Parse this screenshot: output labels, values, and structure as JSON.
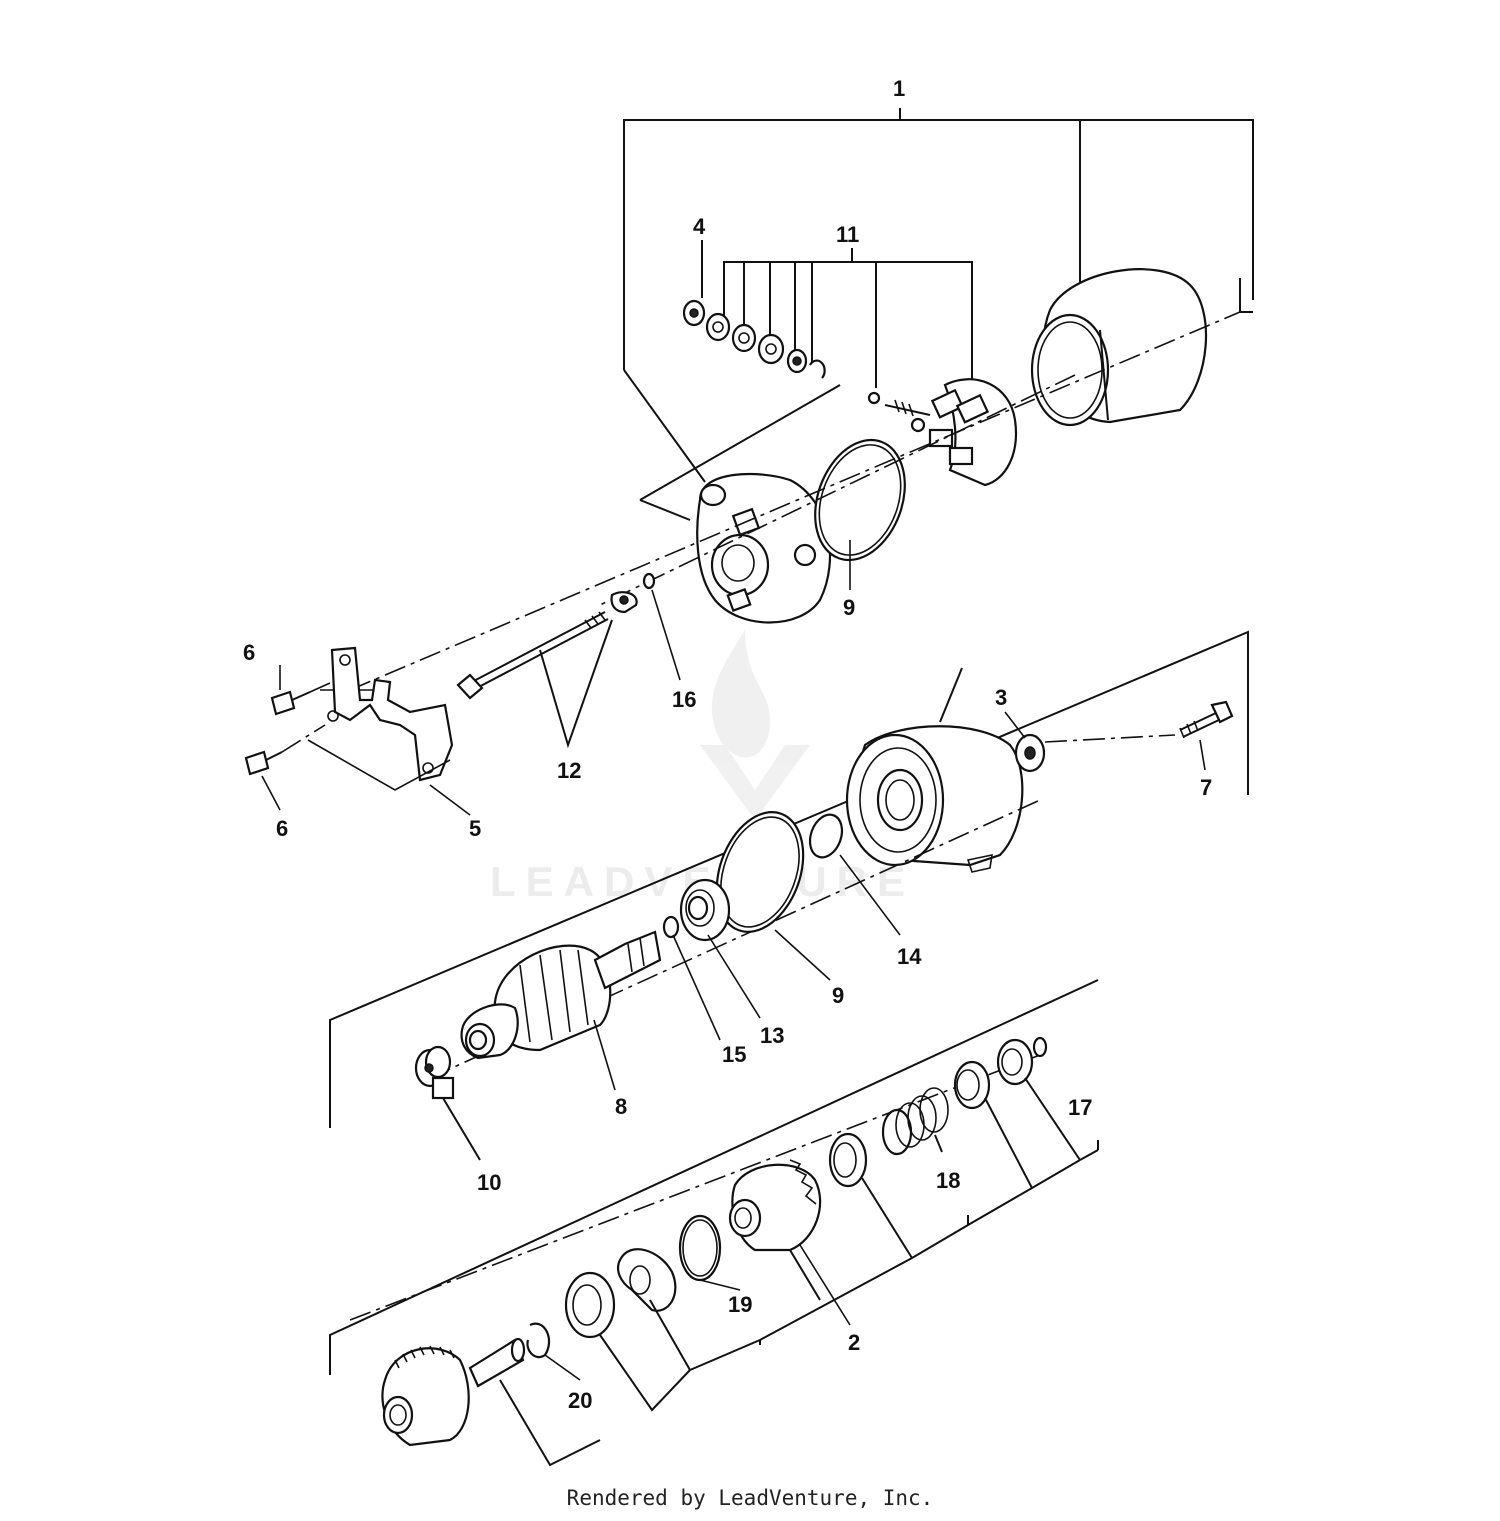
{
  "diagram": {
    "callouts": {
      "c1": "1",
      "c2": "2",
      "c3": "3",
      "c4": "4",
      "c5": "5",
      "c6a": "6",
      "c6b": "6",
      "c7": "7",
      "c8": "8",
      "c9a": "9",
      "c9b": "9",
      "c10": "10",
      "c11": "11",
      "c12": "12",
      "c13": "13",
      "c14": "14",
      "c15": "15",
      "c16": "16",
      "c17": "17",
      "c18": "18",
      "c19": "19",
      "c20": "20"
    },
    "watermark": "LEADVENTURE",
    "footer": "Rendered by LeadVenture, Inc."
  }
}
